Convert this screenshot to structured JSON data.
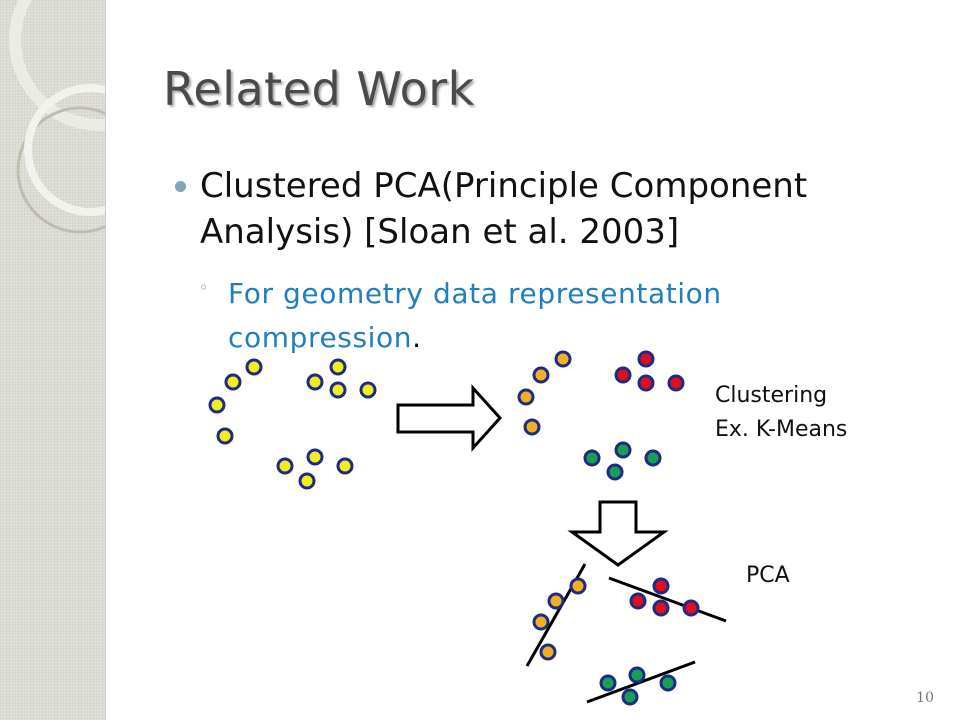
{
  "slide": {
    "title": "Related Work",
    "bullet": "Clustered PCA(Principle Component Analysis) [Sloan et al. 2003]",
    "sub_bullet": "For geometry data representation compression",
    "sub_bullet_end": ".",
    "sub_marker": "◦",
    "page_number": "10"
  },
  "diagram": {
    "clustering_label_line1": "Clustering",
    "clustering_label_line2": "Ex. K-Means",
    "pca_label": "PCA",
    "colors": {
      "unclustered": "#f2ee1a",
      "cluster_a": "#f0b020",
      "cluster_b": "#e0101a",
      "cluster_c": "#17a050",
      "outline": "#1c2a8a"
    }
  }
}
